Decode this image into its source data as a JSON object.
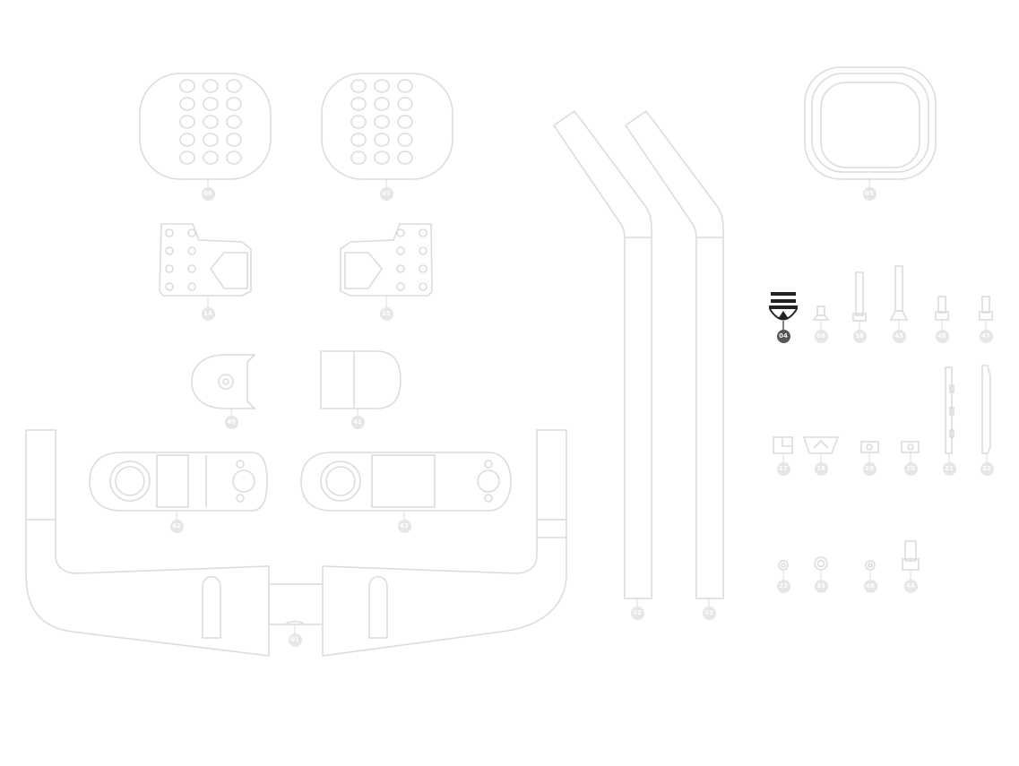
{
  "diagram": {
    "title": "Exploded parts view",
    "selected_part": "04",
    "colors": {
      "outline": "#dcdcdc",
      "label_bg": "#e6e6e6",
      "active": "#222222",
      "active_label_bg": "#555555"
    },
    "parts": {
      "p06": "06",
      "p07": "07",
      "p05": "05",
      "p14": "14",
      "p15": "15",
      "p40": "40",
      "p41": "41",
      "p42": "42",
      "p43": "43",
      "p01": "01",
      "p02": "02",
      "p03": "03",
      "p04": "04",
      "p08": "08",
      "p18": "18",
      "p45": "45",
      "p46": "46",
      "p47": "47",
      "p17": "17",
      "p16": "16",
      "p19": "19",
      "p20": "20",
      "p21": "21",
      "p22": "22",
      "p23": "23",
      "p39": "39",
      "p48": "48",
      "p44": "44"
    }
  }
}
